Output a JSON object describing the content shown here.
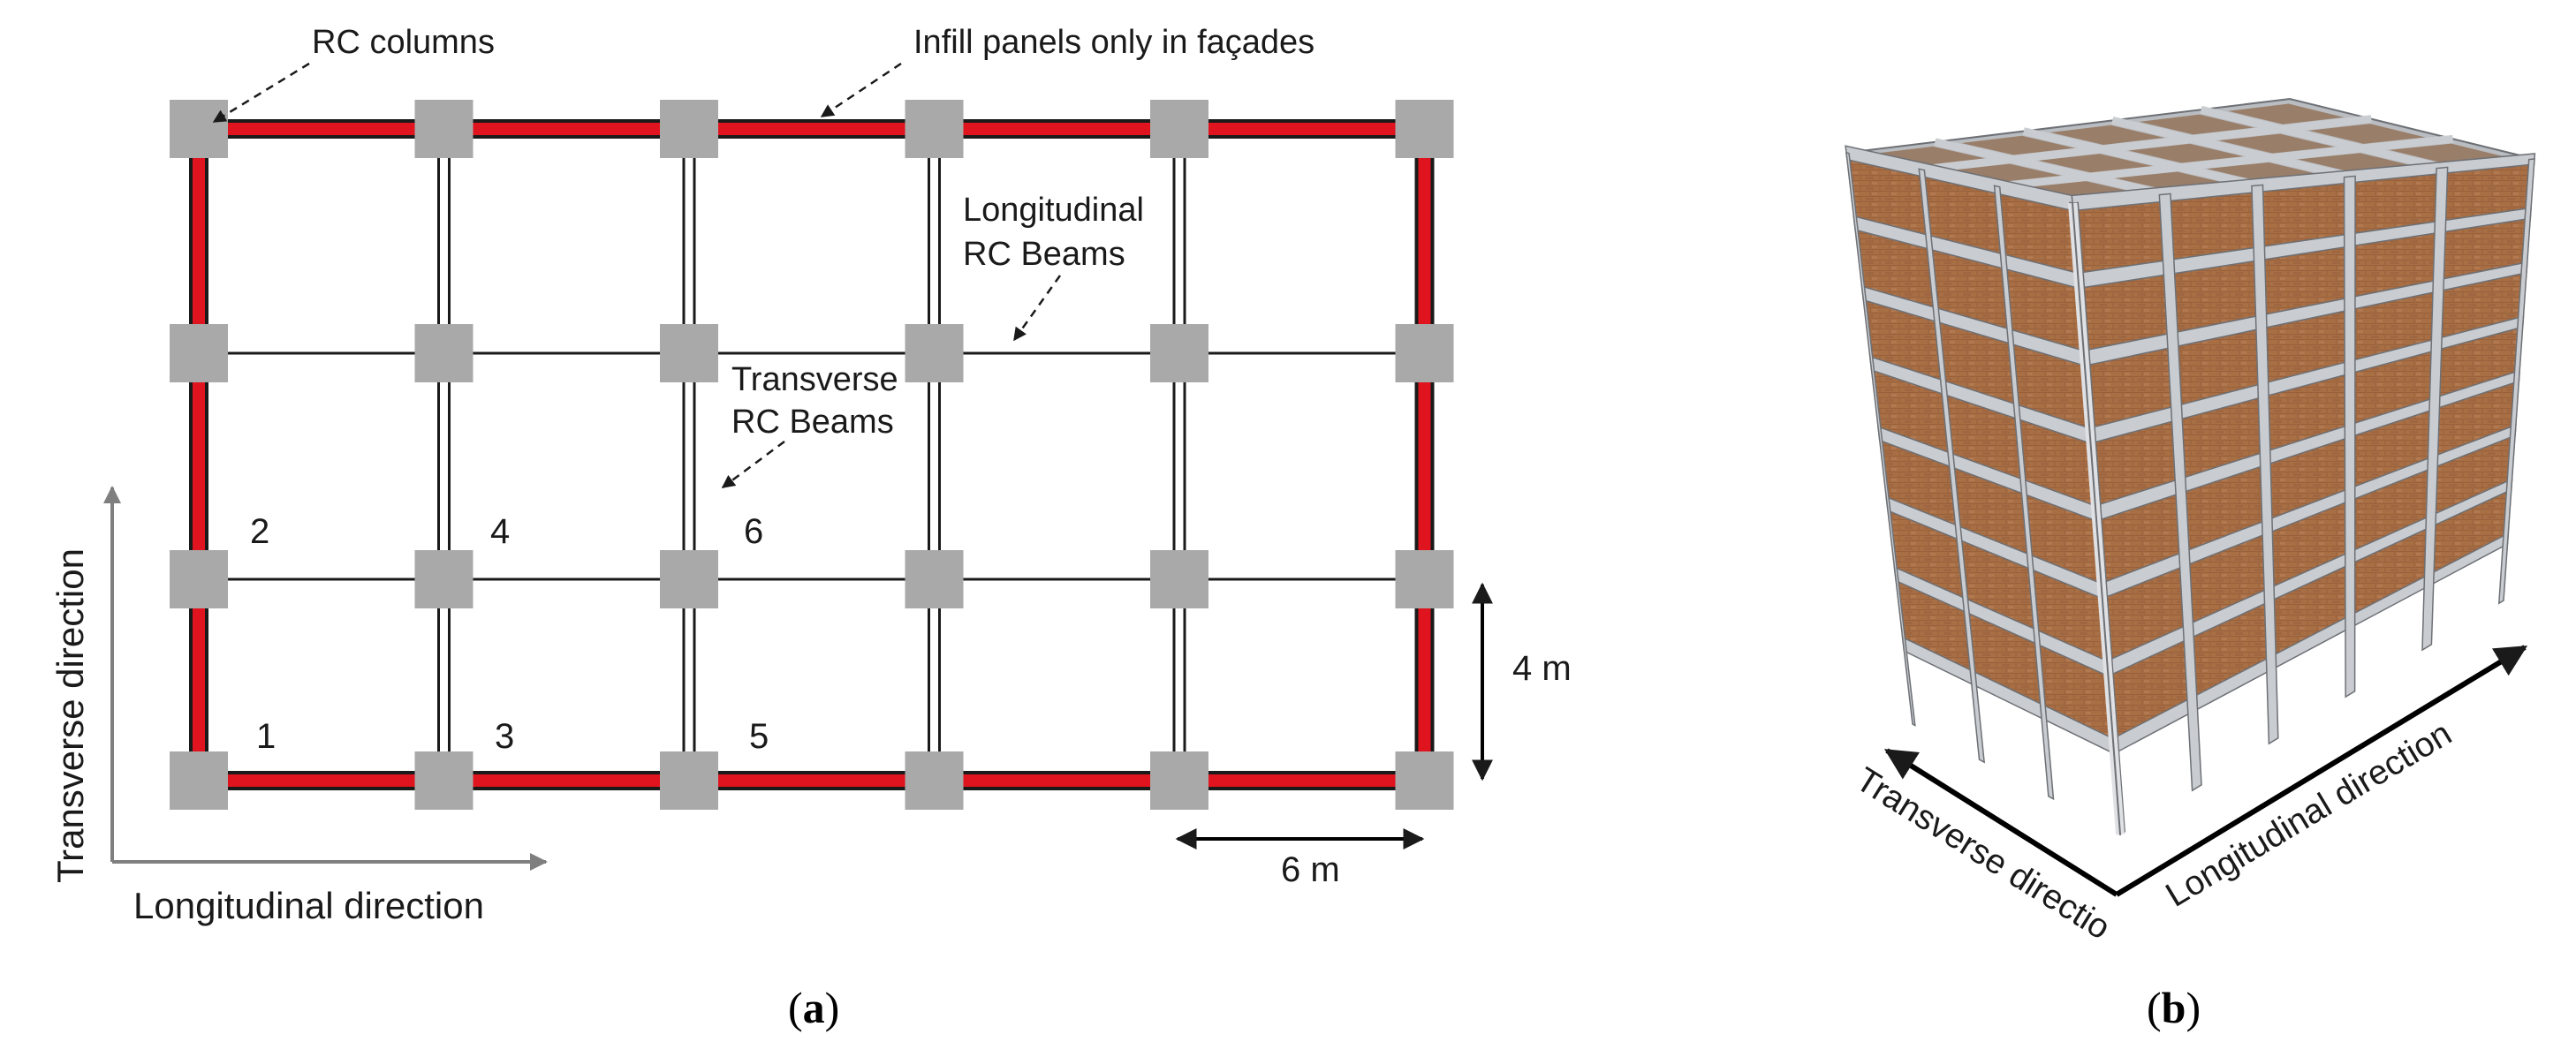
{
  "panel_a": {
    "caption": "(a)",
    "caption_letter": "a",
    "labels": {
      "rc_columns": "RC columns",
      "infill": "Infill panels only in façades",
      "long_beams_1": "Longitudinal",
      "long_beams_2": "RC Beams",
      "trans_beams_1": "Transverse",
      "trans_beams_2": "RC Beams",
      "dim_transverse": "4 m",
      "dim_longitudinal": "6 m",
      "axis_longitudinal": "Longitudinal direction",
      "axis_transverse": "Transverse direction"
    },
    "panel_numbers": [
      "1",
      "2",
      "3",
      "4",
      "5",
      "6"
    ],
    "plan": {
      "bays_longitudinal": 5,
      "bays_transverse": 3
    },
    "colors": {
      "infill": "#e0141e",
      "column": "#a9a9a9",
      "beam": "#1a1a1a"
    }
  },
  "panel_b": {
    "caption": "(b)",
    "caption_letter": "b",
    "axis_longitudinal": "Longitudinal direction",
    "axis_transverse": "Transverse directio",
    "storeys": 7,
    "bays_longitudinal": 5,
    "bays_transverse": 3,
    "colors": {
      "brick": "#a86f45",
      "frame": "#c9ccd0",
      "frame_edge": "#6d7075"
    }
  }
}
